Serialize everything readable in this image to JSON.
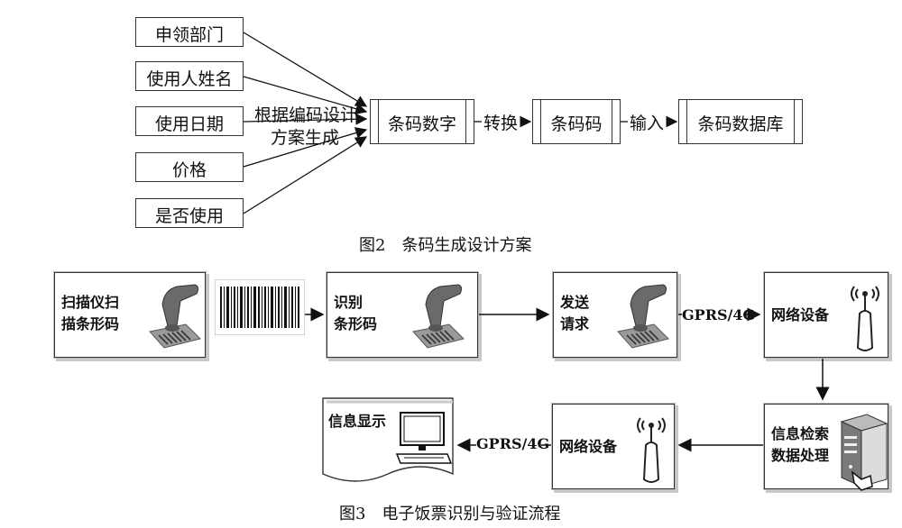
{
  "figure2": {
    "inputs": [
      "申领部门",
      "使用人姓名",
      "使用日期",
      "价格",
      "是否使用"
    ],
    "gen_label_line1": "根据编码设计",
    "gen_label_line2": "方案生成",
    "step1": "条码数字",
    "edge1": "转换",
    "step2": "条码码",
    "edge2": "输入",
    "step3": "条码数据库",
    "caption": "图2　条码生成设计方案"
  },
  "figure3": {
    "scan_label": "扫描仪扫\n描条形码",
    "recognize_label": "识别\n条形码",
    "send_label": "发送\n请求",
    "network_label": "网络设备",
    "edge_gprs_1": "GPRS/4G",
    "retrieve_label": "信息检索\n数据处理",
    "network2_label": "网络设备",
    "edge_gprs_2": "GPRS/4G",
    "display_label": "信息显示",
    "caption": "图3　电子饭票识别与验证流程"
  }
}
